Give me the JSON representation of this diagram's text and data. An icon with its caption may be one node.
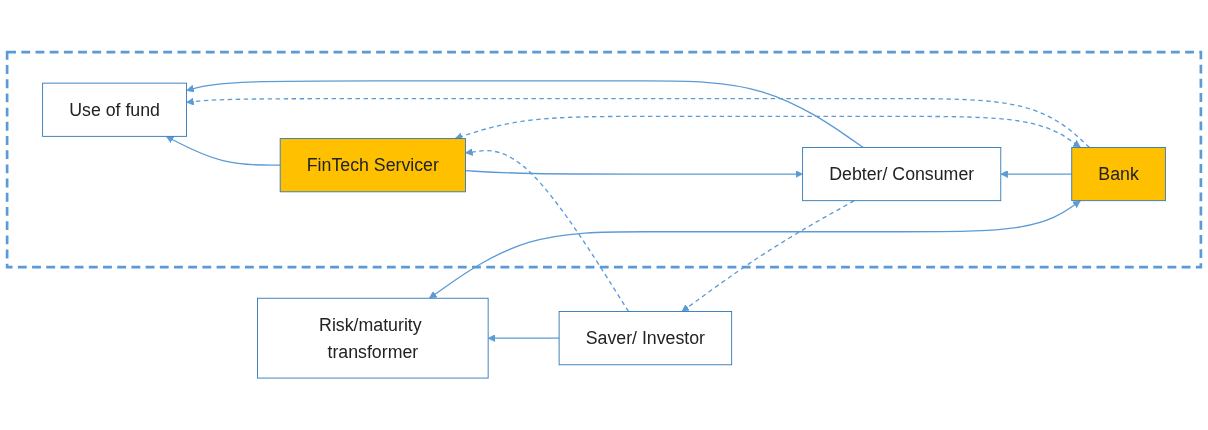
{
  "diagram": {
    "nodes": [
      {
        "text": [],
        "shape": "box"
      },
      {
        "text": [
          "Debter/ Consumer"
        ],
        "in": 0
      },
      {
        "text": [
          "Bank"
        ],
        "in": 0
      },
      {
        "text": [
          "Use of fund"
        ],
        "in": 0
      },
      {
        "text": [
          "FinTech Servicer"
        ],
        "in": 0
      },
      {
        "text": [
          "Risk/maturity transformer"
        ]
      },
      {
        "text": [
          "Saver/ Investor"
        ]
      }
    ],
    "edges": [
      {
        "from": 2,
        "to": 1,
        "arrow": "to"
      },
      {
        "from": 2,
        "to": 5,
        "arrow": "both"
      },
      {
        "from": 6,
        "to": 5,
        "arrow": "to"
      },
      {
        "from": 1,
        "to": 3,
        "arrow": "to"
      },
      {
        "from": 2,
        "to": 3,
        "arrow": "to",
        "style": "dashed"
      },
      {
        "from": 4,
        "to": 1,
        "arrow": "to"
      },
      {
        "from": 2,
        "to": 4,
        "arrow": "both",
        "style": "dashed"
      },
      {
        "from": 4,
        "to": 3,
        "arrow": "to"
      },
      {
        "from": 6,
        "to": 4,
        "arrow": "to",
        "style": "dashed"
      },
      {
        "from": 1,
        "to": 6,
        "arrow": "to",
        "style": "dashed"
      }
    ]
  }
}
